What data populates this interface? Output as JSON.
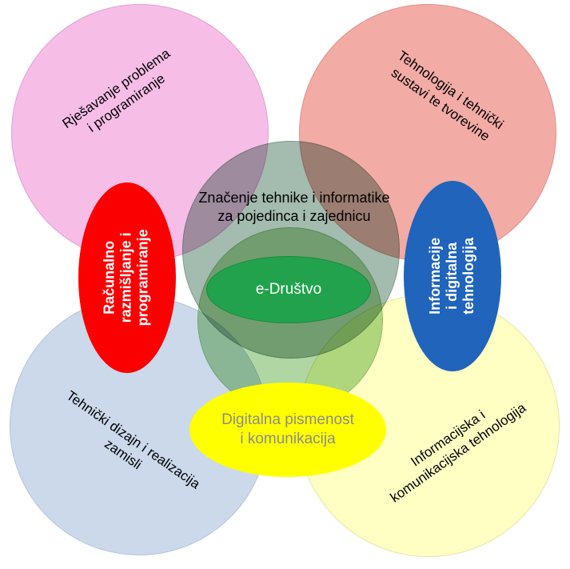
{
  "page": {
    "background": "#ffffff"
  },
  "circles": {
    "top_left": {
      "label": "Rješavanje problema\ni programiranje",
      "fill": "#f6bde7"
    },
    "top_right": {
      "label": "Tehnologija i tehnički\nsustavi te tvorevine",
      "fill": "#f2aba5"
    },
    "bottom_left": {
      "label": "Tehnički dizajn i realizacija\nzamisli",
      "fill": "#cbd9eb"
    },
    "bottom_right": {
      "label": "Informacijska i\nkomunikacijska tehnologija",
      "fill": "#ffffc4"
    },
    "center_teal": {
      "fill": "#a4bbaf"
    },
    "center_green": {
      "fill": "#afd6a3"
    }
  },
  "center_title": {
    "label": "Značenje tehnike i informatike\nza pojedinca i zajednicu"
  },
  "ellipses": {
    "red": {
      "label": "Računalno\nrazmišljanje i\nprogramiranje",
      "fill": "#fa0000",
      "text_color": "#ffffff"
    },
    "blue": {
      "label": "Informacije\ni digitalna\ntehnologija",
      "fill": "#2064bb",
      "text_color": "#ffffff"
    },
    "yellow": {
      "label": "Digitalna pismenost\ni komunikacija",
      "fill": "#ffff00",
      "text_color": "#8c8c8c"
    },
    "green": {
      "label": "e-Društvo",
      "fill": "#22a24c",
      "text_color": "#ffffff"
    }
  }
}
